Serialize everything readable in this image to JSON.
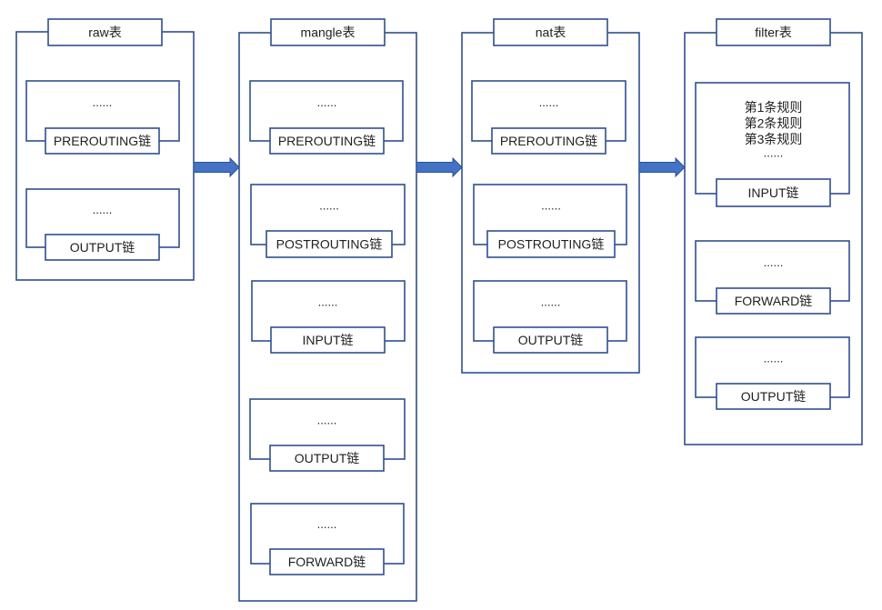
{
  "tables": [
    {
      "title": "raw表",
      "chains": [
        {
          "label": "PREROUTING链",
          "rules": [
            "......"
          ]
        },
        {
          "label": "OUTPUT链",
          "rules": [
            "......"
          ]
        }
      ]
    },
    {
      "title": "mangle表",
      "chains": [
        {
          "label": "PREROUTING链",
          "rules": [
            "......"
          ]
        },
        {
          "label": "POSTROUTING链",
          "rules": [
            "......"
          ]
        },
        {
          "label": "INPUT链",
          "rules": [
            "......"
          ]
        },
        {
          "label": "OUTPUT链",
          "rules": [
            "......"
          ]
        },
        {
          "label": "FORWARD链",
          "rules": [
            "......"
          ]
        }
      ]
    },
    {
      "title": "nat表",
      "chains": [
        {
          "label": "PREROUTING链",
          "rules": [
            "......"
          ]
        },
        {
          "label": "POSTROUTING链",
          "rules": [
            "......"
          ]
        },
        {
          "label": "OUTPUT链",
          "rules": [
            "......"
          ]
        }
      ]
    },
    {
      "title": "filter表",
      "chains": [
        {
          "label": "INPUT链",
          "rules": [
            "第1条规则",
            "第2条规则",
            "第3条规则",
            "......"
          ]
        },
        {
          "label": "FORWARD链",
          "rules": [
            "......"
          ]
        },
        {
          "label": "OUTPUT链",
          "rules": [
            "......"
          ]
        }
      ]
    }
  ],
  "colors": {
    "border": "#2f4f8f",
    "arrow_fill": "#4472c4",
    "arrow_stroke": "#2f528f",
    "text": "#1f1f1f"
  }
}
